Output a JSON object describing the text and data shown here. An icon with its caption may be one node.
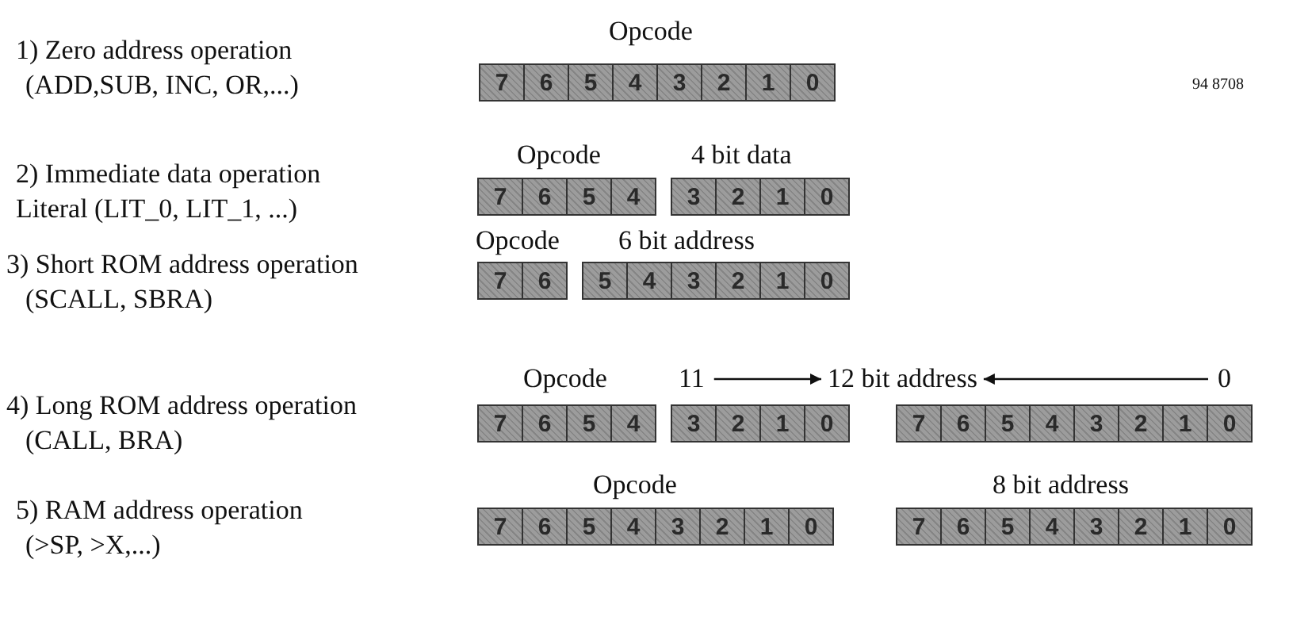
{
  "diagram": {
    "nodes": [
      {
        "text": [
          "7",
          "6",
          "5",
          "4",
          "3",
          "2",
          "1",
          "0"
        ]
      },
      {
        "text": [
          "7",
          "6",
          "5",
          "4"
        ]
      },
      {
        "text": [
          "3",
          "2",
          "1",
          "0"
        ]
      },
      {
        "text": [
          "7",
          "6"
        ]
      },
      {
        "text": [
          "5",
          "4",
          "3",
          "2",
          "1",
          "0"
        ]
      },
      {
        "text": [
          "11"
        ]
      },
      {
        "text": [
          "12 bit address"
        ]
      },
      {
        "text": [
          "0"
        ]
      },
      {
        "text": [
          "7",
          "6",
          "5",
          "4"
        ]
      },
      {
        "text": [
          "3",
          "2",
          "1",
          "0"
        ]
      },
      {
        "text": [
          "7",
          "6",
          "5",
          "4",
          "3",
          "2",
          "1",
          "0"
        ]
      },
      {
        "text": [
          "7",
          "6",
          "5",
          "4",
          "3",
          "2",
          "1",
          "0"
        ]
      },
      {
        "text": [
          "7",
          "6",
          "5",
          "4",
          "3",
          "2",
          "1",
          "0"
        ]
      }
    ],
    "edges": [
      {
        "from": 5,
        "to": 6,
        "arrow": "to"
      },
      {
        "from": 7,
        "to": 6,
        "arrow": "to"
      }
    ],
    "labels": [
      "Opcode",
      "1) Zero address operation",
      "(ADD,SUB, INC, OR,...)",
      "94 8708",
      "Opcode",
      "4 bit data",
      "2) Immediate data operation",
      "Literal (LIT_0, LIT_1, ...)",
      "Opcode",
      "6 bit address",
      "3) Short ROM address operation",
      "(SCALL, SBRA)",
      "Opcode",
      "4) Long ROM address operation",
      "(CALL, BRA)",
      "Opcode",
      "8 bit address",
      "5) RAM address operation",
      "(>SP, >X,...)"
    ]
  }
}
